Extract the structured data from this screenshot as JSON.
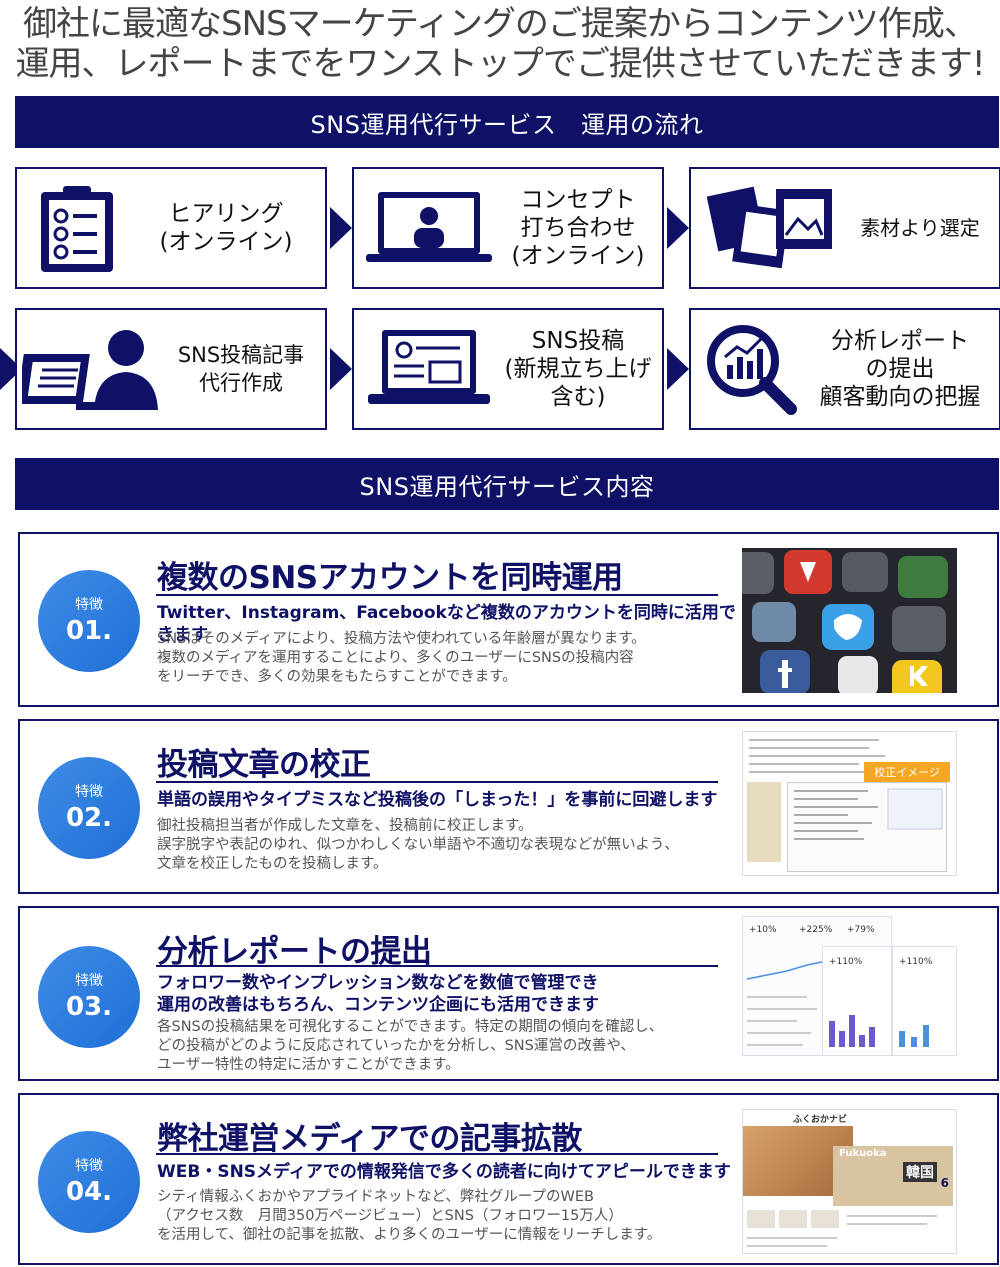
{
  "headline": {
    "line1": "御社に最適なSNSマーケティングのご提案からコンテンツ作成、",
    "line2": "運用、レポートまでをワンストップでご提供させていただきます!"
  },
  "flow_header": "SNS運用代行サービス　運用の流れ",
  "steps": [
    {
      "label": "ヒアリング\n(オンライン)",
      "icon": "checklist-icon"
    },
    {
      "label": "コンセプト\n打ち合わせ\n(オンライン)",
      "icon": "video-call-icon"
    },
    {
      "label": "素材より選定",
      "icon": "photos-icon"
    },
    {
      "label": "SNS投稿記事\n代行作成",
      "icon": "writer-icon"
    },
    {
      "label": "SNS投稿\n(新規立ち上げ\n含む)",
      "icon": "laptop-icon"
    },
    {
      "label": "分析レポート\nの提出\n顧客動向の把握",
      "icon": "magnifier-chart-icon"
    }
  ],
  "service_header": "SNS運用代行サービス内容",
  "features": [
    {
      "badge_text": "特徴",
      "number": "01.",
      "title": "複数のSNSアカウントを同時運用",
      "subtitle": "Twitter、Instagram、Facebookなど複数のアカウントを同時に活用できます",
      "body": "SNSはそのメディアにより、投稿方法や使われている年齢層が異なります。\n複数のメディアを運用することにより、多くのユーザーにSNSの投稿内容\nをリーチでき、多くの効果をもたらすことができます。"
    },
    {
      "badge_text": "特徴",
      "number": "02.",
      "title": "投稿文章の校正",
      "subtitle": "単語の誤用やタイプミスなど投稿後の「しまった！」を事前に回避します",
      "body": "御社投稿担当者が作成した文章を、投稿前に校正します。\n誤字脱字や表記のゆれ、似つかわしくない単語や不適切な表現などが無いよう、\n文章を校正したものを投稿します。",
      "image_tag": "校正イメージ"
    },
    {
      "badge_text": "特徴",
      "number": "03.",
      "title": "分析レポートの提出",
      "subtitle": "フォロワー数やインプレッション数などを数値で管理でき\n運用の改善はもちろん、コンテンツ企画にも活用できます",
      "body": "各SNSの投稿結果を可視化することができます。特定の期間の傾向を確認し、\nどの投稿がどのように反応されていったかを分析し、SNS運営の改善や、\nユーザー特性の特定に活かすことができます。",
      "image_stats": [
        "+10%",
        "+225%",
        "+79%",
        "+110%",
        "+110%"
      ]
    },
    {
      "badge_text": "特徴",
      "number": "04.",
      "title": "弊社運営メディアでの記事拡散",
      "subtitle": "WEB・SNSメディアでの情報発信で多くの読者に向けてアピールできます",
      "body": "シティ情報ふくおかやアプライドネットなど、弊社グループのWEB\n（アクセス数　月間350万ページビュー）とSNS（フォロワー15万人）\nを活用して、御社の記事を拡散、より多くのユーザーに情報をリーチします。",
      "image_text": [
        "ふくおかナビ",
        "Fukuoka",
        "韓国",
        "6"
      ]
    }
  ],
  "colors": {
    "navy": "#0f1166",
    "badge_blue": "#2b7de0",
    "orange": "#f5a623"
  }
}
